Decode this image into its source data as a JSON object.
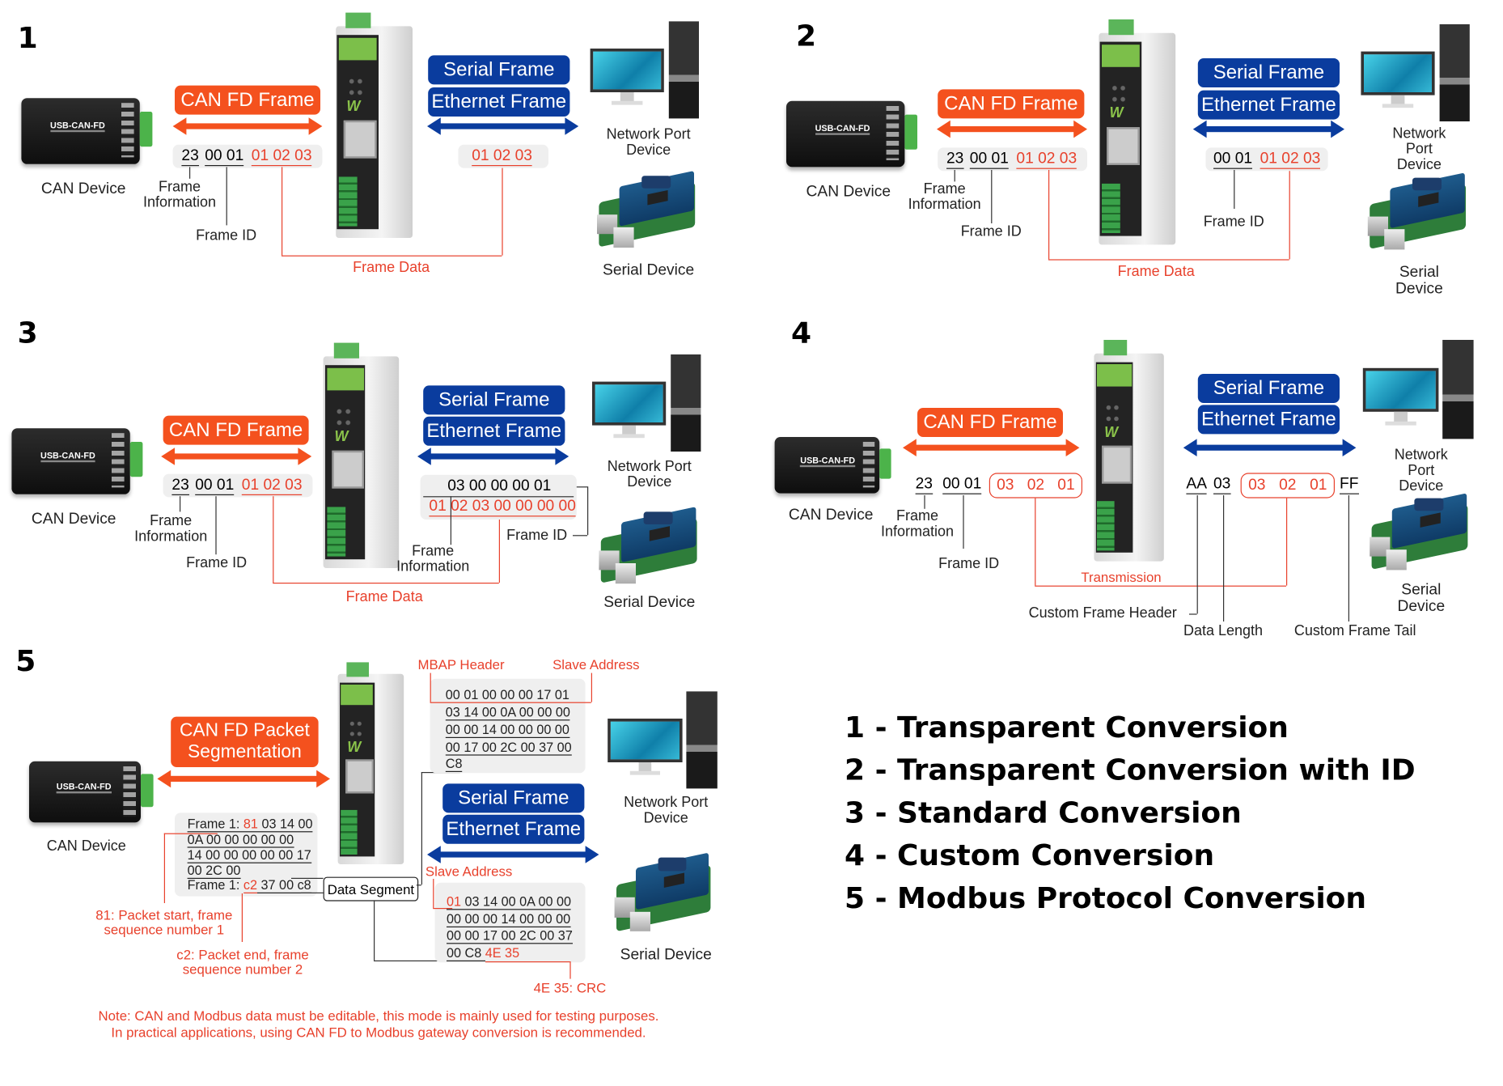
{
  "colors": {
    "can": "#f4511e",
    "serial": "#0a3c9e",
    "annotation": "#e8412c"
  },
  "common": {
    "can_device": "CAN Device",
    "network_device": "Network Port\nDevice",
    "serial_device": "Serial Device",
    "can_badge": "CAN FD Frame",
    "serial_badge": "Serial Frame",
    "ethernet_badge": "Ethernet Frame",
    "can_device_logo": "USB-CAN-FD",
    "frame_information": "Frame\nInformation",
    "frame_id": "Frame ID",
    "frame_data": "Frame Data"
  },
  "panel1": {
    "number": "1",
    "can_frame": [
      "23",
      "00 01",
      "01 02 03"
    ],
    "serial_data": "01 02 03"
  },
  "panel2": {
    "number": "2",
    "can_frame": [
      "23",
      "00 01",
      "01 02 03"
    ],
    "serial_data": [
      "00 01",
      "01 02 03"
    ]
  },
  "panel3": {
    "number": "3",
    "can_frame": [
      "23",
      "00 01",
      "01 02 03"
    ],
    "serial_line1": "03 00 00 00 01",
    "serial_line2": "01 02 03 00 00 00 00"
  },
  "panel4": {
    "number": "4",
    "can_frame": [
      "23",
      "00 01",
      "03",
      "02",
      "01"
    ],
    "serial_frame": [
      "AA",
      "03",
      "03",
      "02",
      "01",
      "FF"
    ],
    "transmission": "Transmission",
    "custom_header": "Custom Frame Header",
    "data_length": "Data Length",
    "custom_tail": "Custom Frame Tail"
  },
  "panel5": {
    "number": "5",
    "can_badge": "CAN FD Packet\nSegmentation",
    "can_lines": [
      {
        "prefix": "Frame 1: ",
        "mark": "81",
        "rest": " 03 14 00"
      },
      {
        "text": "0A 00 00 00 00 00"
      },
      {
        "text": "14 00 00 00 00 00 17"
      },
      {
        "text": "00 2C 00"
      },
      {
        "prefix": "Frame 1: ",
        "mark": "c2",
        "rest": " 37 00 c8"
      }
    ],
    "mbap_header": "MBAP Header",
    "slave_address": "Slave Address",
    "eth_lines": [
      "00 01 00 00 00 17 01",
      "03 14 00 0A 00 00 00",
      "00 00 14 00 00 00 00",
      "00 17 00 2C 00 37 00",
      "C8"
    ],
    "serial_lines": [
      {
        "mark": "01",
        "rest": " 03 14 00 0A 00 00"
      },
      {
        "text": "00 00 00 14 00 00 00"
      },
      {
        "text": "00 00 17 00 2C 00 37"
      },
      {
        "text": "00 C8 ",
        "crc": "4E 35"
      }
    ],
    "data_segment": "Data Segment",
    "note_81": "81: Packet start, frame\nsequence number 1",
    "note_c2": "c2: Packet end, frame\nsequence number 2",
    "note_crc": "4E 35: CRC",
    "note": "Note: CAN and Modbus data must be editable, this mode is mainly used for testing purposes.\nIn practical applications, using CAN FD to Modbus gateway conversion is recommended."
  },
  "legend": [
    "1 - Transparent Conversion",
    "2 - Transparent Conversion with ID",
    "3 - Standard Conversion",
    "4 - Custom Conversion",
    "5 - Modbus Protocol Conversion"
  ]
}
